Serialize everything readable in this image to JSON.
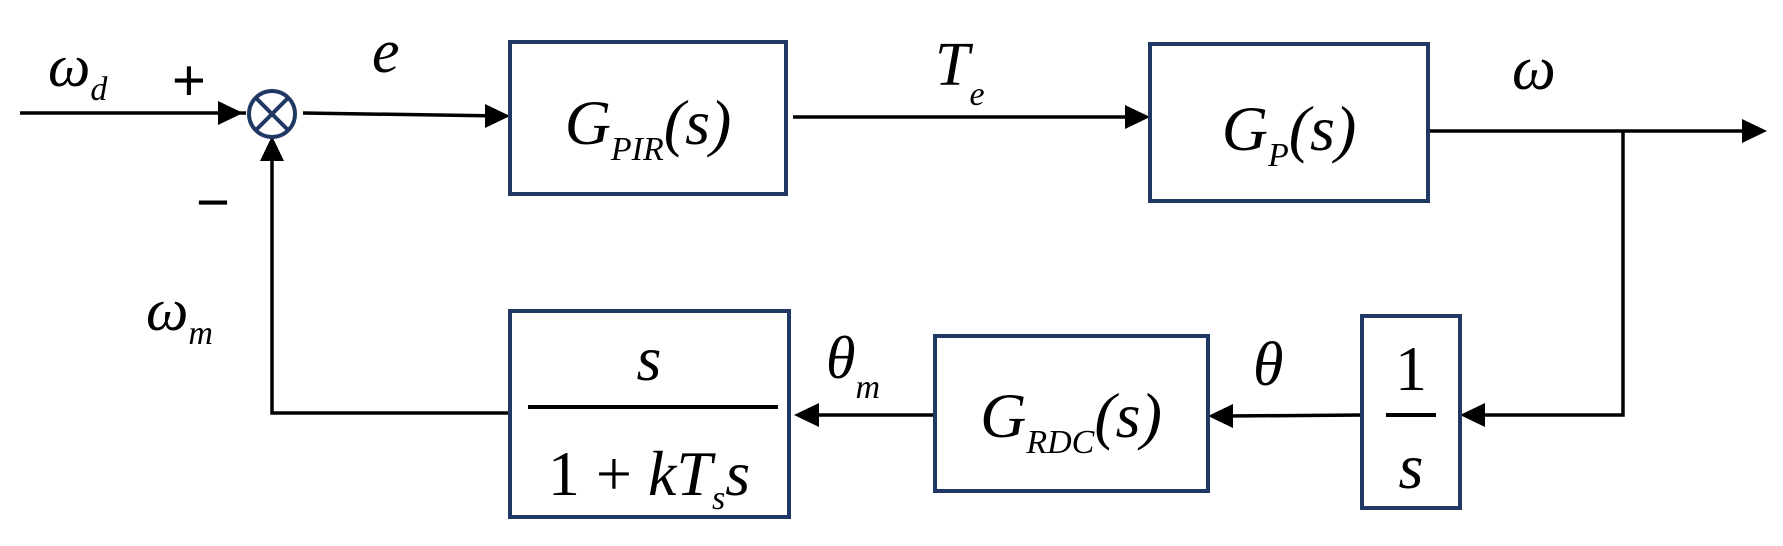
{
  "diagram": {
    "box_border_color": "#1f3864",
    "line_color": "#000000",
    "summing_junction": {
      "icon": "circle-times-icon"
    },
    "signals": {
      "input": {
        "base": "ω",
        "sub": "d"
      },
      "plus_sign": "+",
      "minus_sign": "−",
      "error": {
        "base": "e"
      },
      "torque": {
        "base": "T",
        "sub": "e"
      },
      "output": {
        "base": "ω"
      },
      "angle": {
        "base": "θ"
      },
      "angle_measured": {
        "base": "θ",
        "sub": "m"
      },
      "speed_measured": {
        "base": "ω",
        "sub": "m"
      }
    },
    "blocks": {
      "controller": {
        "base": "G",
        "sub": "PIR",
        "arg": "(s)"
      },
      "plant": {
        "base": "G",
        "sub": "P",
        "arg": "(s)"
      },
      "integrator": {
        "numerator": "1",
        "denominator": "s"
      },
      "rdc": {
        "base": "G",
        "sub": "RDC",
        "arg": "(s)"
      },
      "differentiator": {
        "numerator": "s",
        "den_prefix": "1 + ",
        "den_k": "k",
        "den_T": "T",
        "den_T_sub": "s",
        "den_s": "s"
      }
    }
  }
}
